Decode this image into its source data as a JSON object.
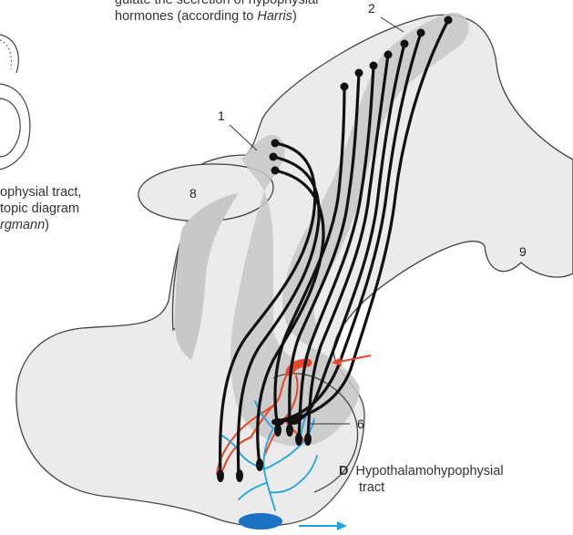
{
  "caption_top": {
    "line1": "gulate the secretion of hypophysial",
    "line2_prefix": "hormones (according to ",
    "line2_author": "Harris",
    "line2_suffix": ")"
  },
  "caption_left": {
    "line1": "ophysial tract,",
    "line2": "topic diagram",
    "line3_author": "rgmann",
    "line3_suffix": ")"
  },
  "figure_caption": {
    "letter": "D",
    "line1": "Hypothalamohypophysial",
    "line2": "tract"
  },
  "labels": {
    "n1": "1",
    "n2": "2",
    "n6": "6",
    "n8": "8",
    "n9": "9"
  },
  "colors": {
    "tissue": "#ebebeb",
    "shade": "#c8c8c8",
    "outline": "#444444",
    "fiber": "#111111",
    "artery": "#e8462a",
    "vein": "#1fa3dc",
    "vein_dark": "#1a73c2"
  }
}
